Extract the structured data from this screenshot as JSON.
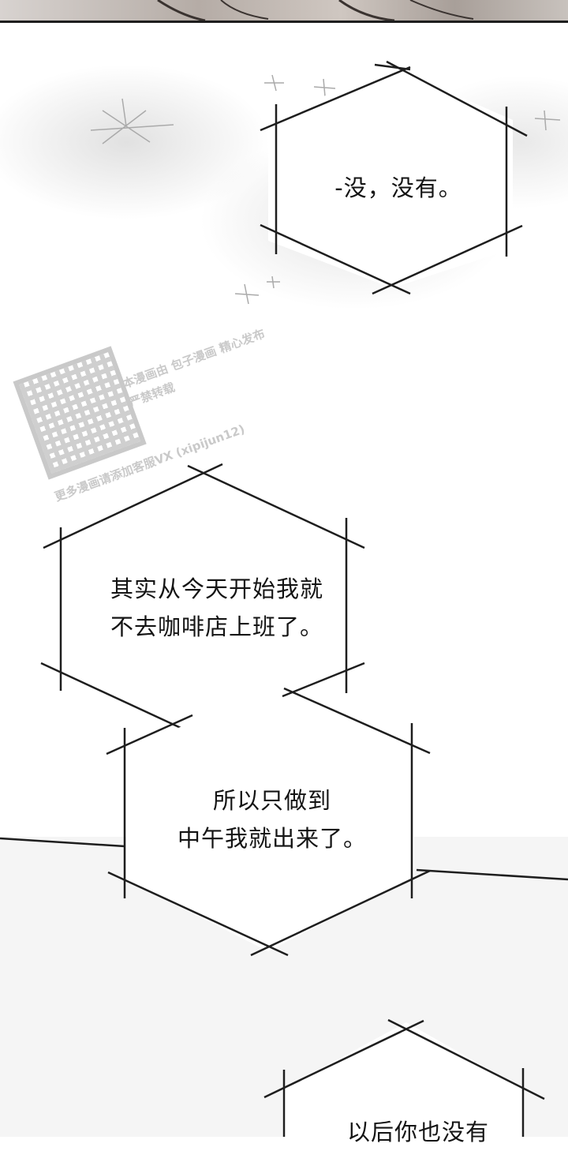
{
  "bubbles": [
    {
      "lines": [
        "-没，没有。"
      ]
    },
    {
      "lines": [
        "其实从今天开始我就",
        "不去咖啡店上班了。"
      ]
    },
    {
      "lines": [
        "所以只做到",
        "中午我就出来了。"
      ]
    },
    {
      "lines": [
        "以后你也没有"
      ]
    }
  ],
  "watermark": {
    "lines": [
      "本漫画由 包子漫画 精心发布",
      "严禁转载",
      "更多漫画请添加客服VX (xipijun12)"
    ]
  },
  "colors": {
    "ink": "#141414",
    "border": "#1e1e1e",
    "floor": "#f5f5f5"
  }
}
